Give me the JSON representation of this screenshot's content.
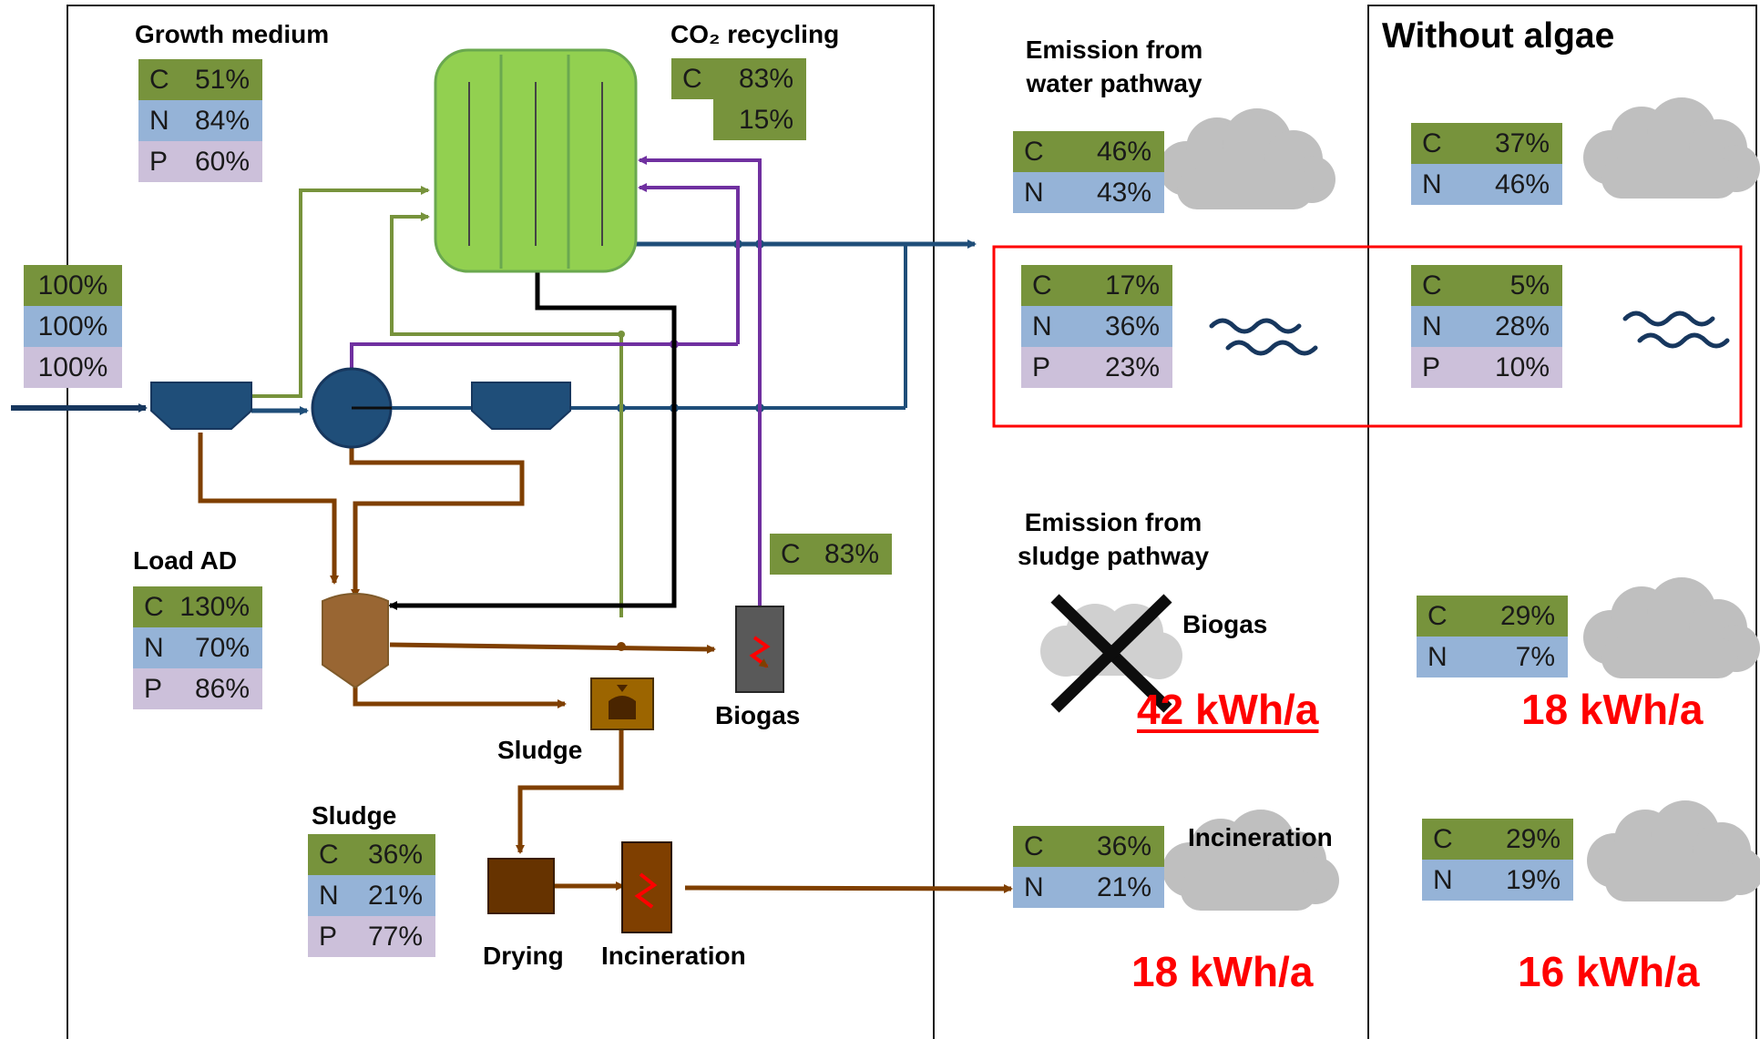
{
  "colors": {
    "carbon": "#77933c",
    "nitrogen": "#95b3d7",
    "phosphorus": "#ccc0da",
    "photobioreactor": "#92d050",
    "water_line": "#1f4e79",
    "sludge_line": "#7f3f00",
    "biogas_line": "#7030a0",
    "growth_line": "#77933c",
    "highlight_box": "#ff0000",
    "energy_text": "#ff0000"
  },
  "input": {
    "c": "100%",
    "n": "100%",
    "p": "100%"
  },
  "growth_medium": {
    "title": "Growth medium",
    "c_key": "C",
    "c": "51%",
    "n_key": "N",
    "n": "84%",
    "p_key": "P",
    "p": "60%"
  },
  "co2_recycling": {
    "title": "CO₂ recycling",
    "c_key": "C",
    "c1": "83%",
    "c2": "15%"
  },
  "load_ad": {
    "title": "Load AD",
    "c_key": "C",
    "c": "130%",
    "n_key": "N",
    "n": "70%",
    "p_key": "P",
    "p": "86%"
  },
  "biogas_recycle": {
    "c_key": "C",
    "c": "83%"
  },
  "sludge_out": {
    "title": "Sludge",
    "c_key": "C",
    "c": "36%",
    "n_key": "N",
    "n": "21%",
    "p_key": "P",
    "p": "77%"
  },
  "process_labels": {
    "biogas": "Biogas",
    "sludge": "Sludge",
    "drying": "Drying",
    "incineration": "Incineration"
  },
  "icons": [
    "clarifier-icon",
    "photobioreactor-icon",
    "digester-icon",
    "biogas-burner-icon",
    "cloud-icon",
    "water-wave-icon",
    "cross-icon"
  ],
  "emission_water": {
    "title_line1": "Emission from",
    "title_line2": "water pathway",
    "air": {
      "c_key": "C",
      "c": "46%",
      "n_key": "N",
      "n": "43%"
    },
    "water": {
      "c_key": "C",
      "c": "17%",
      "n_key": "N",
      "n": "36%",
      "p_key": "P",
      "p": "23%"
    }
  },
  "emission_sludge": {
    "title_line1": "Emission from",
    "title_line2": "sludge pathway",
    "biogas_label": "Biogas",
    "biogas_energy": "42 kWh/a",
    "incineration_label": "Incineration",
    "incineration": {
      "c_key": "C",
      "c": "36%",
      "n_key": "N",
      "n": "21%"
    },
    "incineration_energy": "18 kWh/a"
  },
  "without_algae": {
    "title": "Without algae",
    "air": {
      "c_key": "C",
      "c": "37%",
      "n_key": "N",
      "n": "46%"
    },
    "water": {
      "c_key": "C",
      "c": "5%",
      "n_key": "N",
      "n": "28%",
      "p_key": "P",
      "p": "10%"
    },
    "biogas": {
      "c_key": "C",
      "c": "29%",
      "n_key": "N",
      "n": "7%"
    },
    "biogas_energy": "18 kWh/a",
    "incineration": {
      "c_key": "C",
      "c": "29%",
      "n_key": "N",
      "n": "19%"
    },
    "incineration_energy": "16 kWh/a"
  }
}
